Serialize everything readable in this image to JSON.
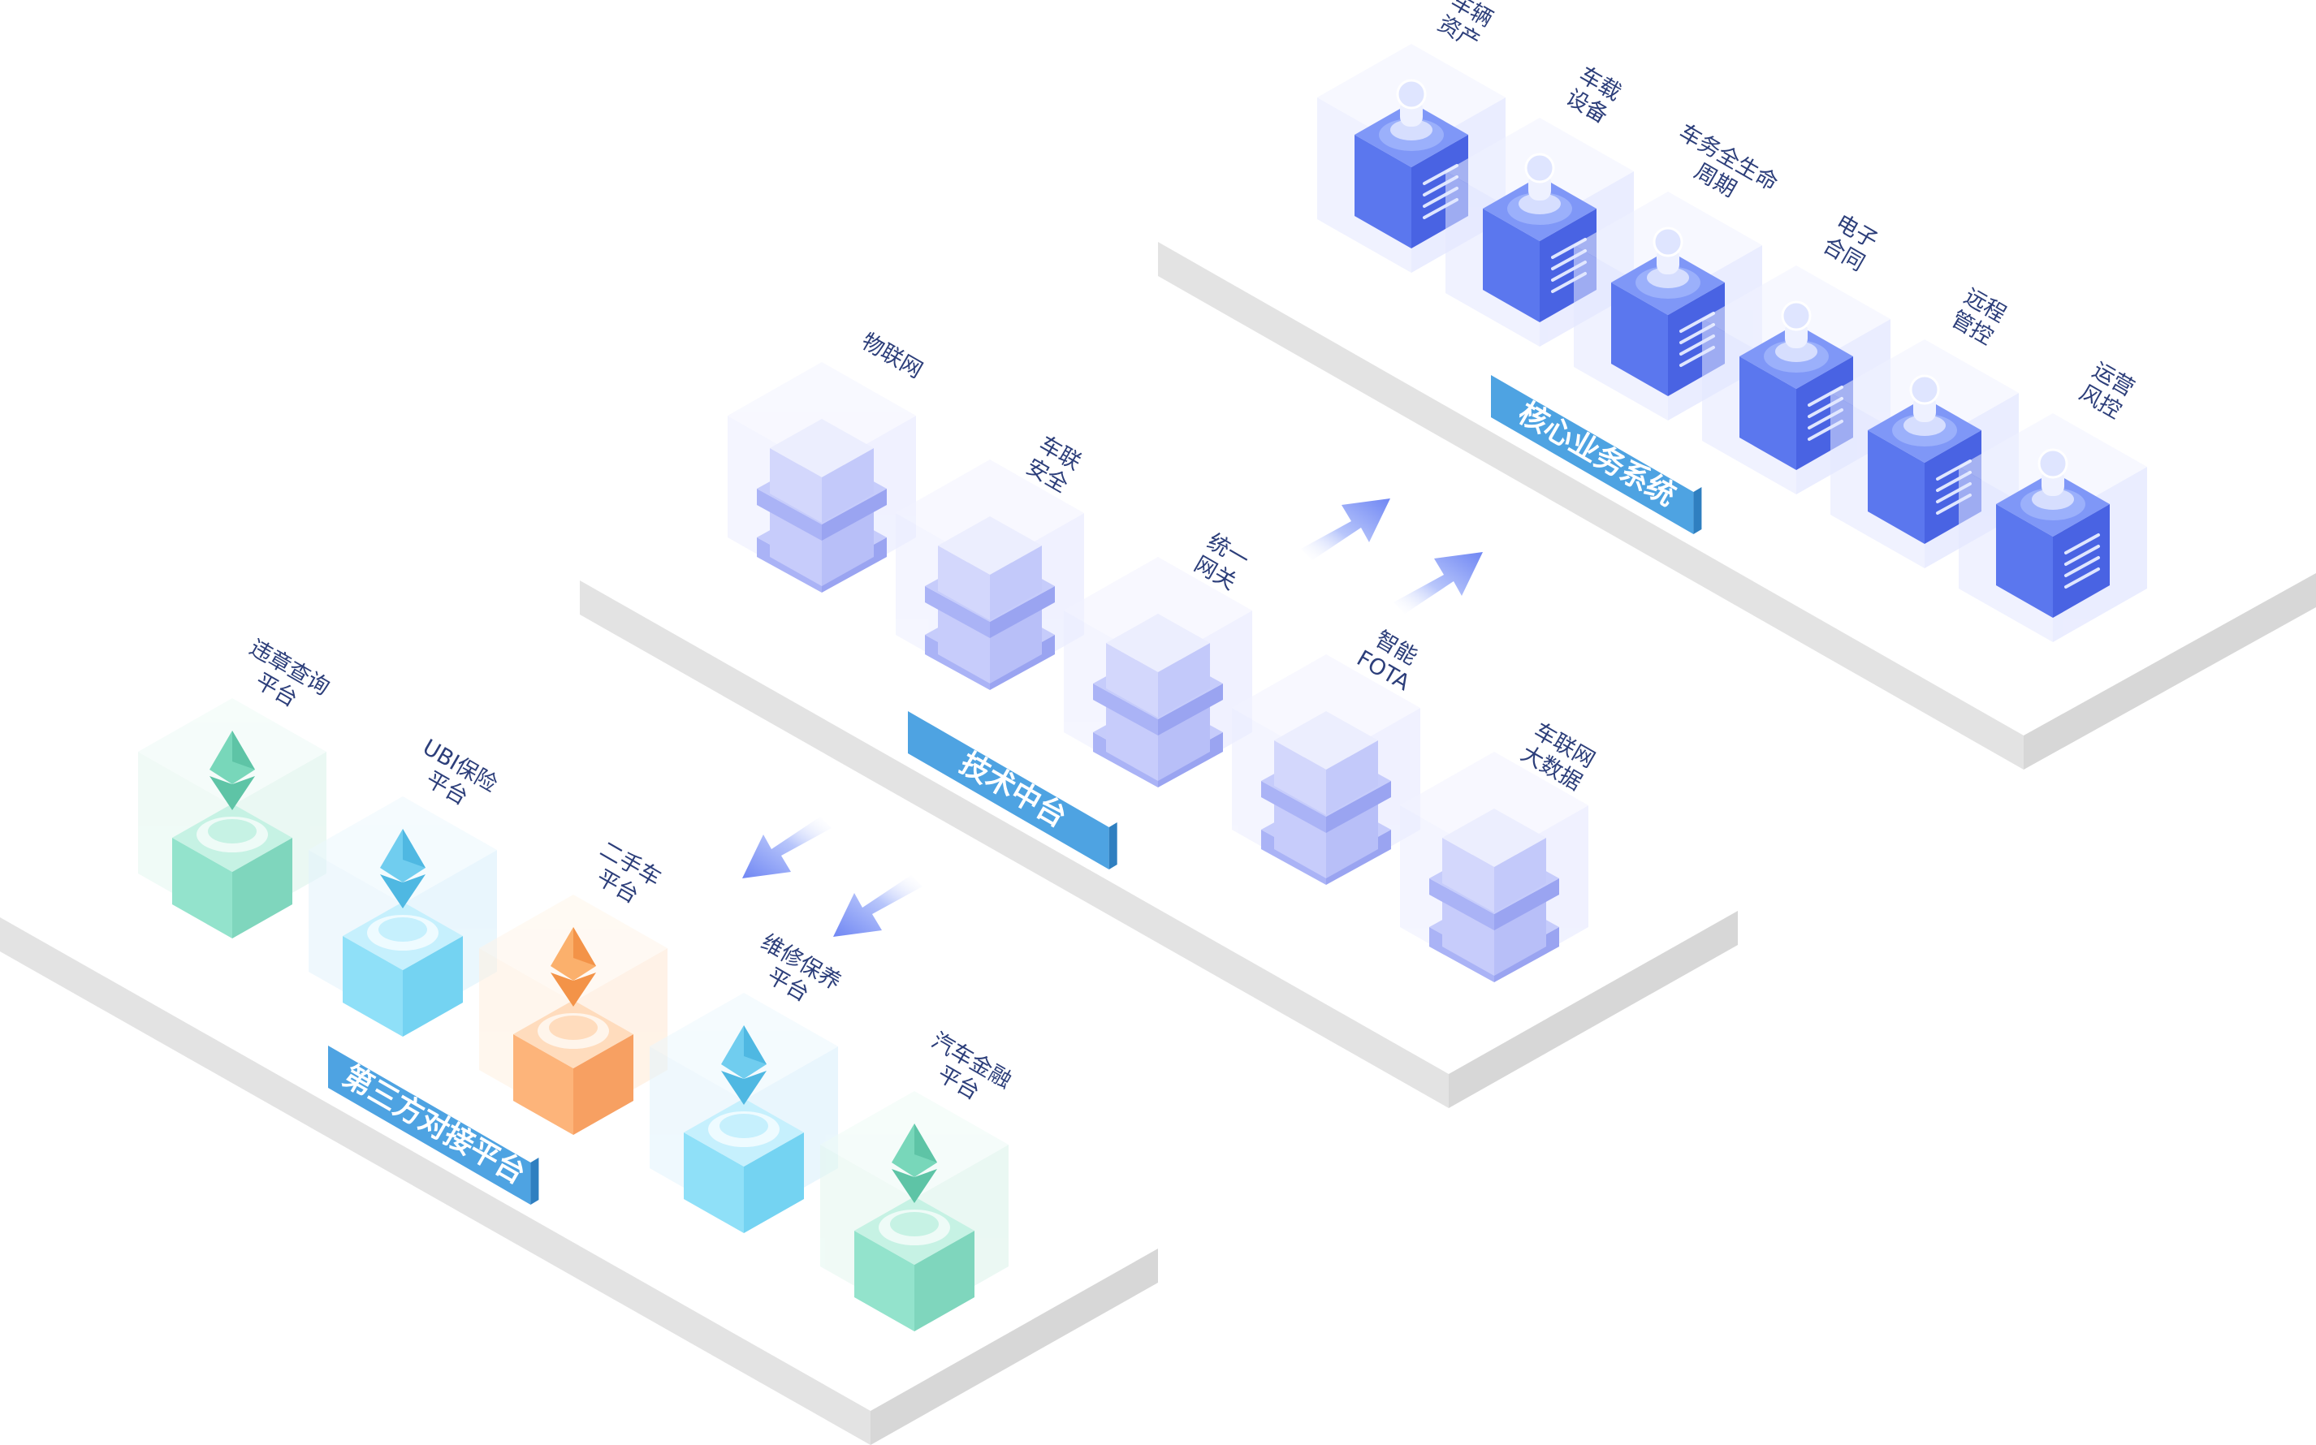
{
  "layers": [
    {
      "id": "core",
      "name": "核心业务系统",
      "theme": "core",
      "items": [
        {
          "label": [
            "车辆",
            "资产"
          ],
          "icon": "server-doc-icon"
        },
        {
          "label": [
            "车载",
            "设备"
          ],
          "icon": "server-doc-icon"
        },
        {
          "label": [
            "车务全生命",
            "周期"
          ],
          "icon": "server-doc-icon"
        },
        {
          "label": [
            "电子",
            "合同"
          ],
          "icon": "server-doc-icon"
        },
        {
          "label": [
            "远程",
            "管控"
          ],
          "icon": "server-doc-icon"
        },
        {
          "label": [
            "运营",
            "风控"
          ],
          "icon": "server-doc-icon"
        }
      ]
    },
    {
      "id": "tech",
      "name": "技术中台",
      "theme": "tech",
      "items": [
        {
          "label": [
            "物联网"
          ],
          "icon": "stack-icon"
        },
        {
          "label": [
            "车联",
            "安全"
          ],
          "icon": "stack-icon"
        },
        {
          "label": [
            "统一",
            "网关"
          ],
          "icon": "stack-icon"
        },
        {
          "label": [
            "智能",
            "FOTA"
          ],
          "icon": "stack-icon"
        },
        {
          "label": [
            "车联网",
            "大数据"
          ],
          "icon": "stack-icon"
        }
      ]
    },
    {
      "id": "third",
      "name": "第三方对接平台",
      "theme": "third",
      "items": [
        {
          "label": [
            "违章查询",
            "平台"
          ],
          "icon": "diamond-icon",
          "color": "green"
        },
        {
          "label": [
            "UBI保险",
            "平台"
          ],
          "icon": "diamond-icon",
          "color": "cyan"
        },
        {
          "label": [
            "二手车",
            "平台"
          ],
          "icon": "diamond-icon",
          "color": "orange"
        },
        {
          "label": [
            "维修保养",
            "平台"
          ],
          "icon": "diamond-icon",
          "color": "cyan"
        },
        {
          "label": [
            "汽车金融",
            "平台"
          ],
          "icon": "diamond-icon",
          "color": "green"
        }
      ]
    }
  ],
  "arrows": [
    {
      "direction": "up-right",
      "icon": "arrow-up-right-icon"
    },
    {
      "direction": "up-right",
      "icon": "arrow-up-right-icon"
    },
    {
      "direction": "down-left",
      "icon": "arrow-down-left-icon"
    },
    {
      "direction": "down-left",
      "icon": "arrow-down-left-icon"
    }
  ],
  "colors": {
    "label_text": "#2c3e7a",
    "badge_bg": "#4ea3e2",
    "badge_side": "#2f7fc0",
    "platform_top": "#ffffff",
    "platform_side": "#e2e2e2",
    "core_cube": "#5d79ef",
    "tech_cube": "#d2d6fb",
    "green": "#7fe0c4",
    "cyan": "#6ed9f7",
    "orange": "#fba463"
  }
}
